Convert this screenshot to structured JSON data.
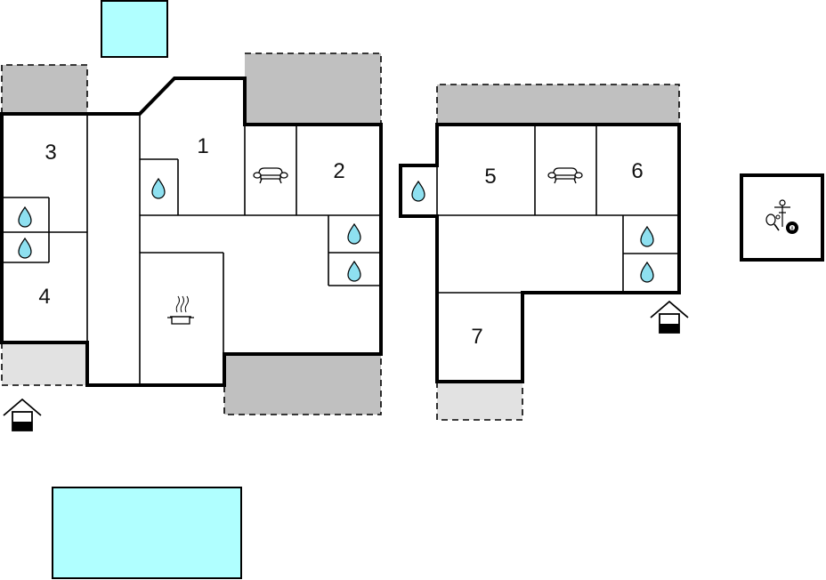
{
  "colors": {
    "terrace_dark": "#c0c0c0",
    "terrace_light": "#e2e2e2",
    "pool": "#b0ffff",
    "water_drop": "#8ee0f0",
    "wall": "#000000"
  },
  "rooms": {
    "r1": "1",
    "r2": "2",
    "r3": "3",
    "r4": "4",
    "r5": "5",
    "r6": "6",
    "r7": "7"
  },
  "icons": {
    "bathroom": "water-drop-icon",
    "living": "sofa-icon",
    "kitchen": "cooking-pot-icon",
    "entrance": "entrance-house-icon",
    "activity": "table-tennis-billiards-icon"
  }
}
